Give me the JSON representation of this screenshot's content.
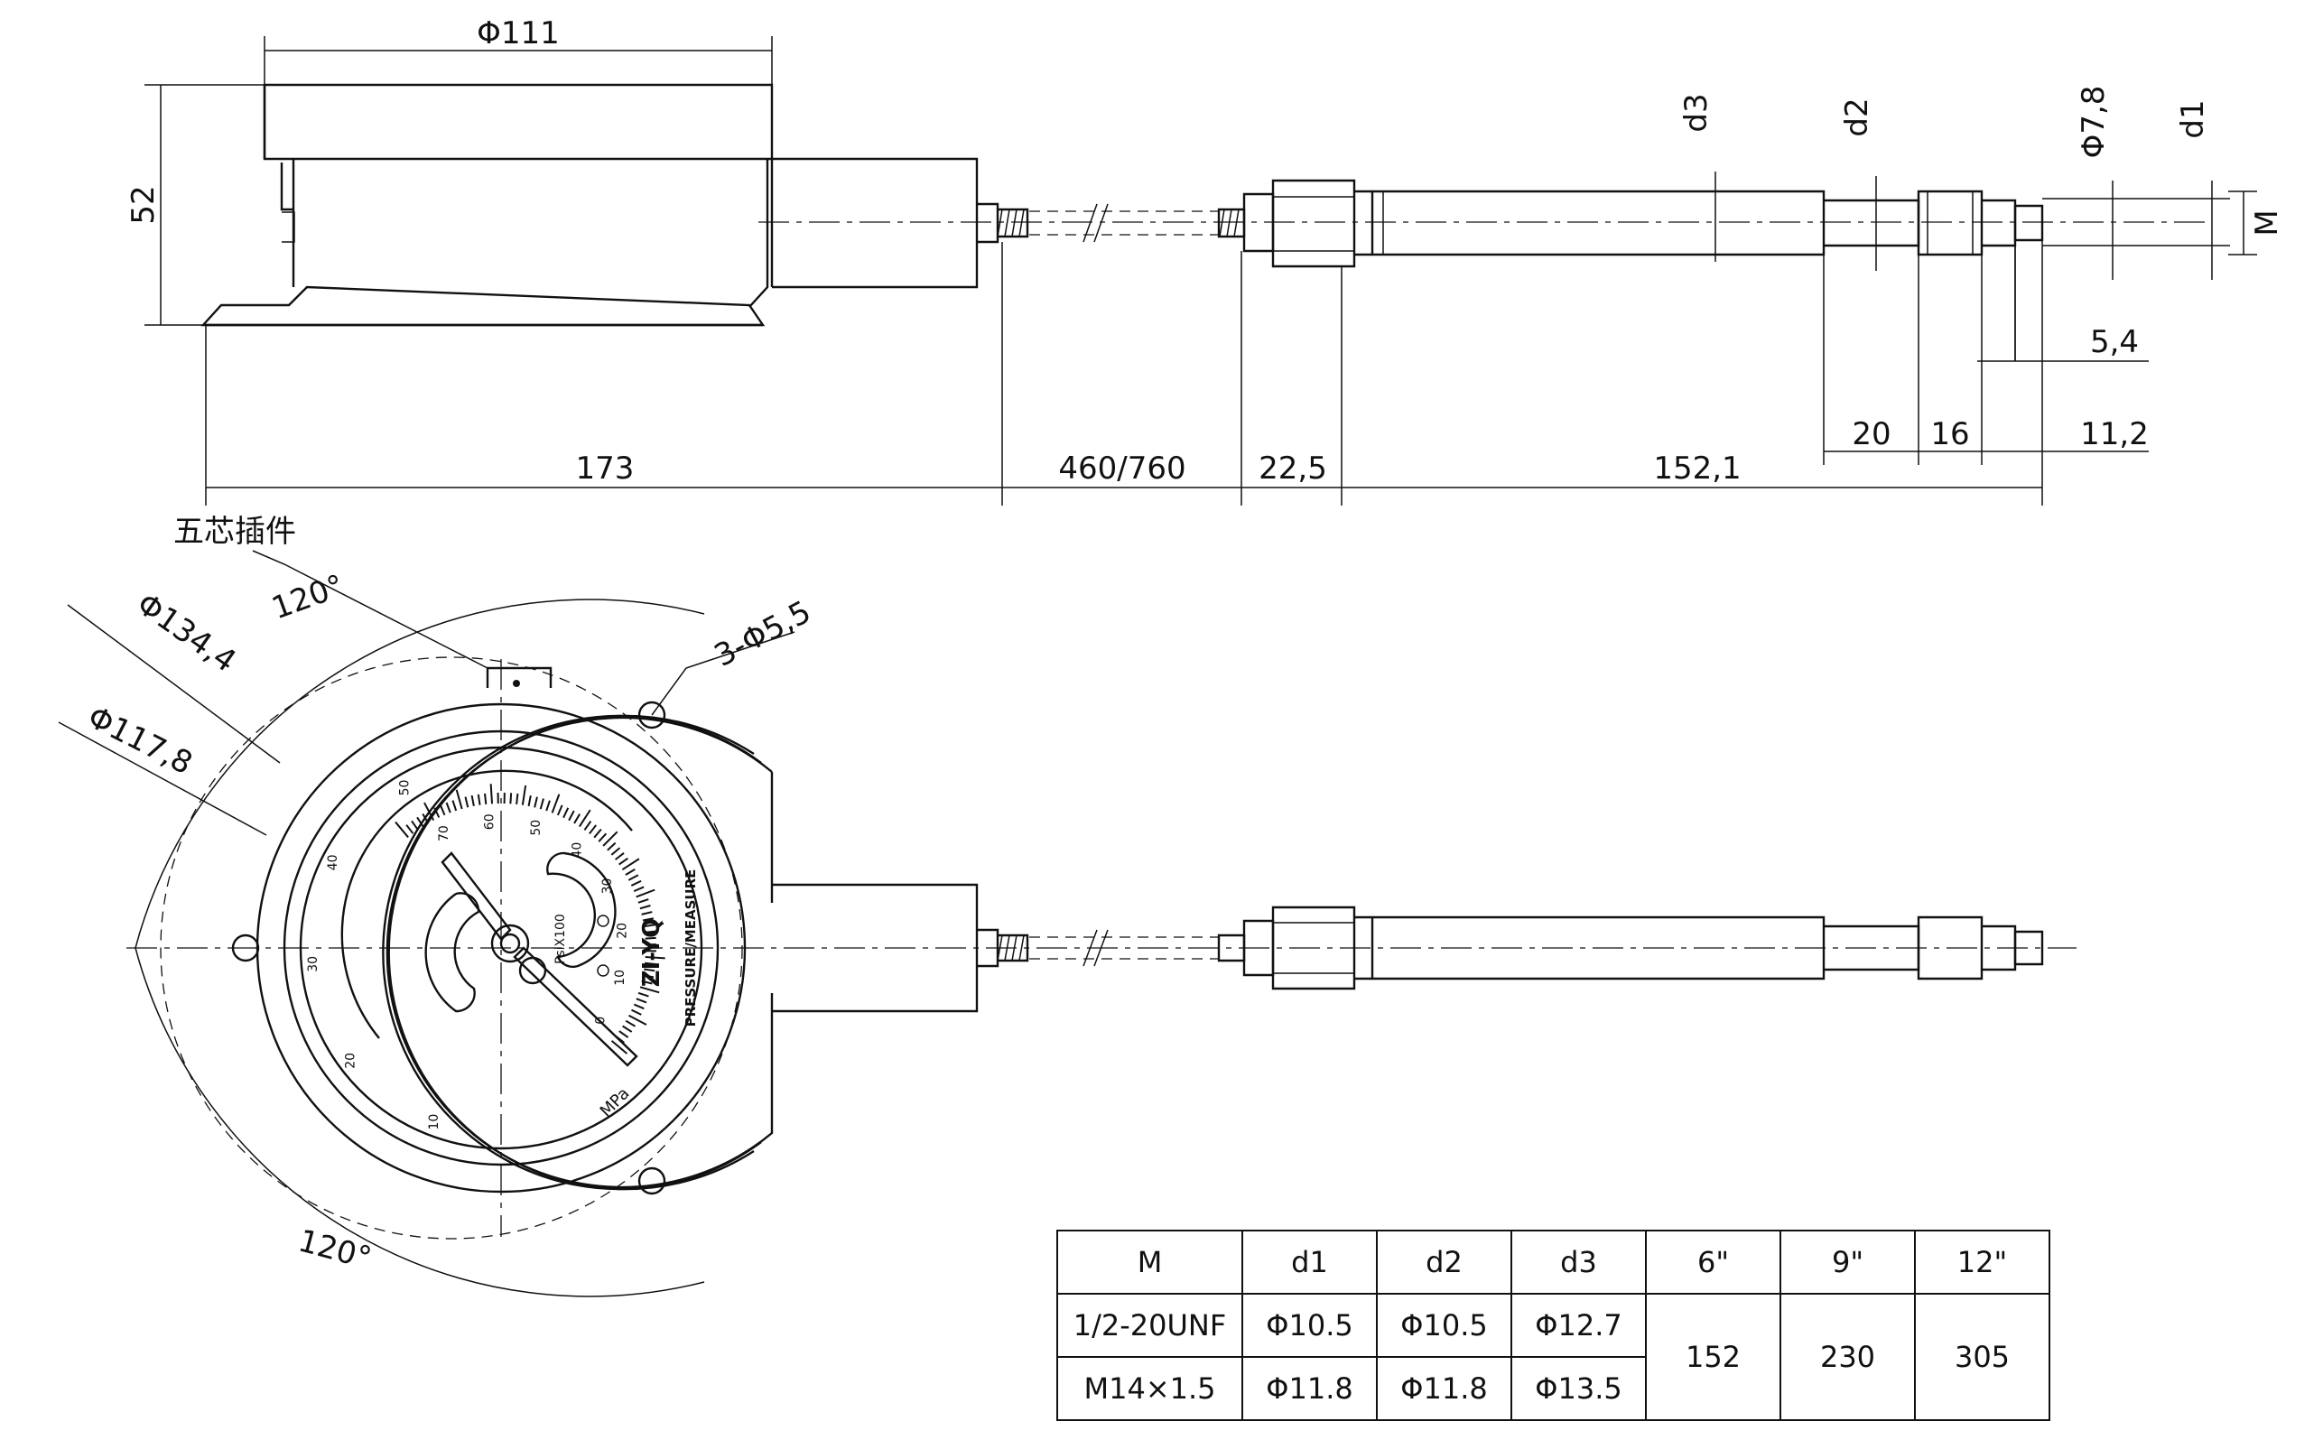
{
  "dimensions": {
    "top_view": {
      "case_diameter": "Φ111",
      "height": "52",
      "body_length": "173",
      "cable_length": "460/760",
      "nut_length": "22,5",
      "probe_length": "152,1",
      "d3": "d3",
      "d2": "d2",
      "tip_diameter": "Φ7,8",
      "d1": "d1",
      "thread": "M",
      "tip_length_1": "5,4",
      "seg_20": "20",
      "seg_16": "16",
      "tip_length_2": "11,2"
    },
    "front_view": {
      "connector_note": "五芯插件",
      "flange_diameter": "Φ134,4",
      "bolt_circle_diameter": "Φ117,8",
      "hole_spec": "3-Φ5,5",
      "angle_top": "120°",
      "angle_bottom": "120°"
    }
  },
  "gauge": {
    "brand": "ZI-YQ",
    "subtitle": "PRESSURE/MEASURE",
    "unit": "MPa",
    "psi_label": "PsiX100",
    "outer_scale": [
      "10",
      "20",
      "30",
      "40",
      "50"
    ],
    "inner_scale": [
      "0",
      "10",
      "20",
      "30",
      "40",
      "50",
      "60",
      "70"
    ]
  },
  "table": {
    "headers": [
      "M",
      "d1",
      "d2",
      "d3",
      "6\"",
      "9\"",
      "12\""
    ],
    "rows": [
      [
        "1/2-20UNF",
        "Φ10.5",
        "Φ10.5",
        "Φ12.7"
      ],
      [
        "M14×1.5",
        "Φ11.8",
        "Φ11.8",
        "Φ13.5"
      ]
    ],
    "lengths": [
      "152",
      "230",
      "305"
    ]
  }
}
